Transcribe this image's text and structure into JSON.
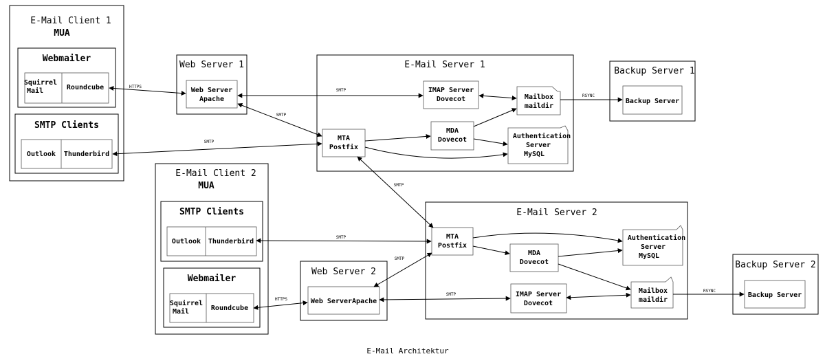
{
  "caption": "E-Mail Architektur",
  "clients": {
    "c1": {
      "title": "E-Mail Client 1",
      "mua": "MUA",
      "webmailer": "Webmailer",
      "squirrel": [
        "Squirrel",
        "Mail"
      ],
      "roundcube": "Roundcube",
      "smtp_clients": "SMTP Clients",
      "outlook": "Outlook",
      "thunderbird": "Thunderbird"
    },
    "c2": {
      "title": "E-Mail Client 2",
      "mua": "MUA",
      "webmailer": "Webmailer",
      "squirrel": [
        "Squirrel",
        "Mail"
      ],
      "roundcube": "Roundcube",
      "smtp_clients": "SMTP Clients",
      "outlook": "Outlook",
      "thunderbird": "Thunderbird"
    }
  },
  "webservers": {
    "w1": {
      "title": "Web Server 1",
      "inner": [
        "Web Server",
        "Apache"
      ]
    },
    "w2": {
      "title": "Web Server 2",
      "inner": [
        "Web ServerApache"
      ]
    }
  },
  "mailservers": {
    "s1": {
      "title": "E-Mail Server 1",
      "mta": [
        "MTA",
        "Postfix"
      ],
      "mda": [
        "MDA",
        "Dovecot"
      ],
      "imap": [
        "IMAP Server",
        "Dovecot"
      ],
      "mailbox": [
        "Mailbox",
        "maildir"
      ],
      "auth": [
        "Authentication",
        "Server",
        "MySQL"
      ]
    },
    "s2": {
      "title": "E-Mail Server 2",
      "mta": [
        "MTA",
        "Postfix"
      ],
      "mda": [
        "MDA",
        "Dovecot"
      ],
      "imap": [
        "IMAP Server",
        "Dovecot"
      ],
      "mailbox": [
        "Mailbox",
        "maildir"
      ],
      "auth": [
        "Authentication",
        "Server",
        "MySQL"
      ]
    }
  },
  "backups": {
    "b1": {
      "title": "Backup Server 1",
      "inner": "Backup Server"
    },
    "b2": {
      "title": "Backup Server 2",
      "inner": "Backup Server"
    }
  },
  "edges": {
    "https": "HTTPS",
    "smtp": "SMTP",
    "rsync": "RSYNC"
  }
}
